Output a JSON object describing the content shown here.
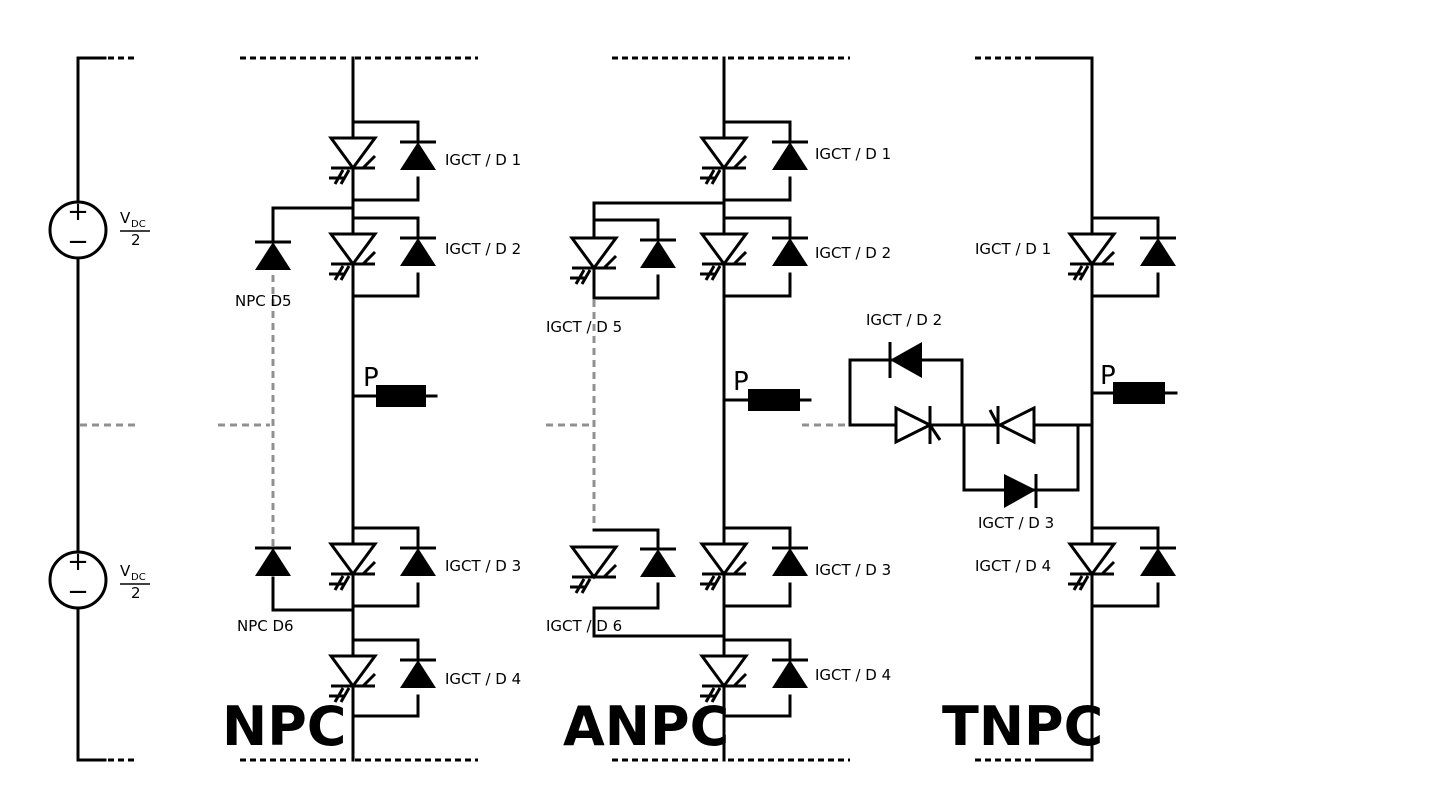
{
  "source": {
    "vdc_label": "V",
    "vdc_subscript": "DC",
    "vdc_denominator": "2",
    "plus": "+",
    "minus": "−"
  },
  "output_label": "P",
  "npc": {
    "title": "NPC",
    "d1": "IGCT / D 1",
    "d2": "IGCT / D 2",
    "d3": "IGCT / D 3",
    "d4": "IGCT / D 4",
    "d5": "NPC D5",
    "d6": "NPC D6"
  },
  "anpc": {
    "title": "ANPC",
    "d1": "IGCT / D 1",
    "d2": "IGCT / D 2",
    "d3": "IGCT / D 3",
    "d4": "IGCT / D 4",
    "d5": "IGCT / D 5",
    "d6": "IGCT / D 6"
  },
  "tnpc": {
    "title": "TNPC",
    "d1": "IGCT / D 1",
    "d2": "IGCT / D 2",
    "d3": "IGCT / D 3",
    "d4": "IGCT / D 4"
  }
}
